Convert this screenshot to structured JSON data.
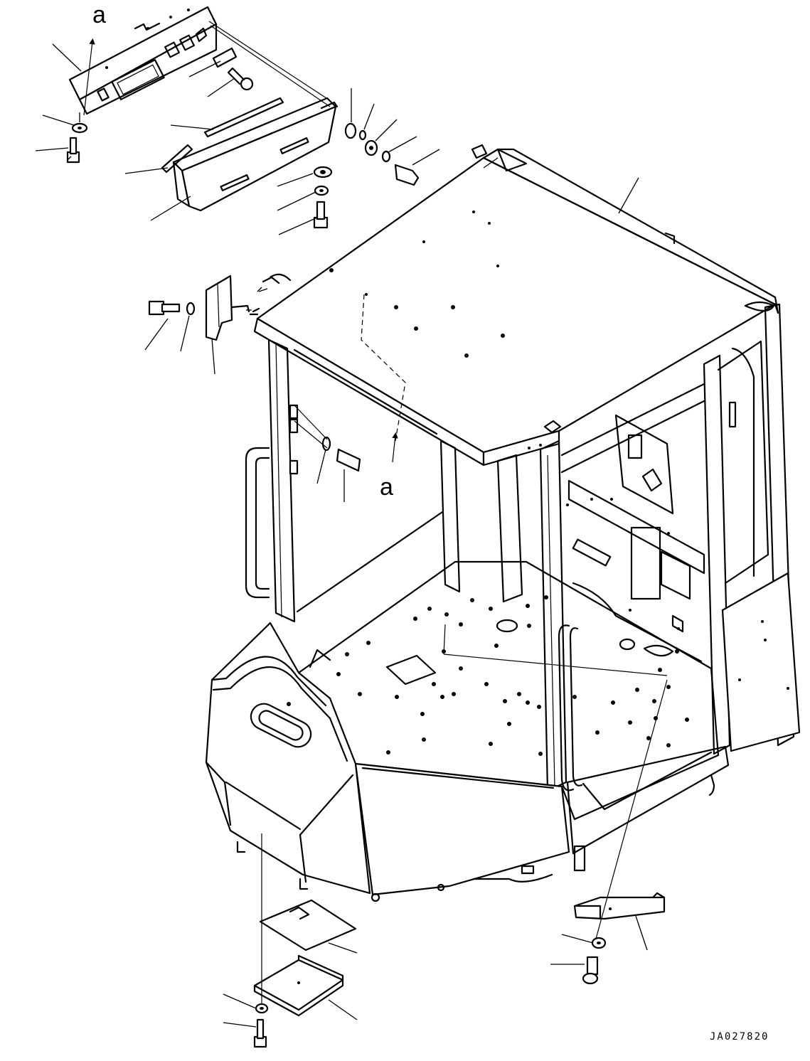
{
  "view_labels": {
    "view_a_top": "a",
    "view_a_center": "a"
  },
  "drawing_number": "JA027820",
  "callout_lines": 34
}
